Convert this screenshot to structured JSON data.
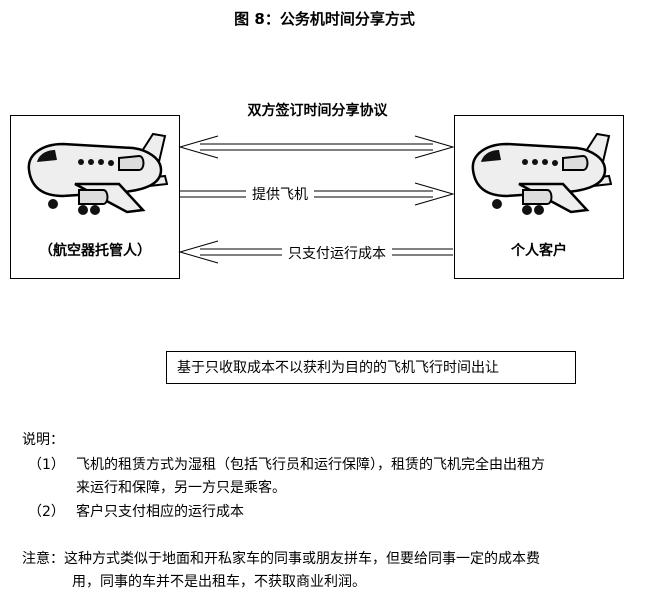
{
  "title": "图 8：公务机时间分享方式",
  "agreement_label": "双方签订时间分享协议",
  "left_party": "（航空器托管人）",
  "right_party": "个人客户",
  "arrow_provide": "提供飞机",
  "arrow_pay": "只支付运行成本",
  "summary_box": "基于只收取成本不以获利为目的的飞机飞行时间出让",
  "explanation": {
    "heading": "说明：",
    "items": [
      {
        "num": "（1）",
        "line1": "飞机的租赁方式为湿租（包括飞行员和运行保障），租赁的飞机完全由出租方",
        "line2": "来运行和保障，另一方只是乘客。"
      },
      {
        "num": "（2）",
        "line1": "客户只支付相应的运行成本"
      }
    ]
  },
  "note": {
    "label": "注意：",
    "line1": "这种方式类似于地面和开私家车的同事或朋友拼车，但要给同事一定的成本费",
    "line2": "用，同事的车并不是出租车，不获取商业利润。"
  },
  "colors": {
    "plane_body": "#eeeeee",
    "outline": "#000000",
    "window": "#111111"
  },
  "icons": [
    "airplane-icon"
  ]
}
